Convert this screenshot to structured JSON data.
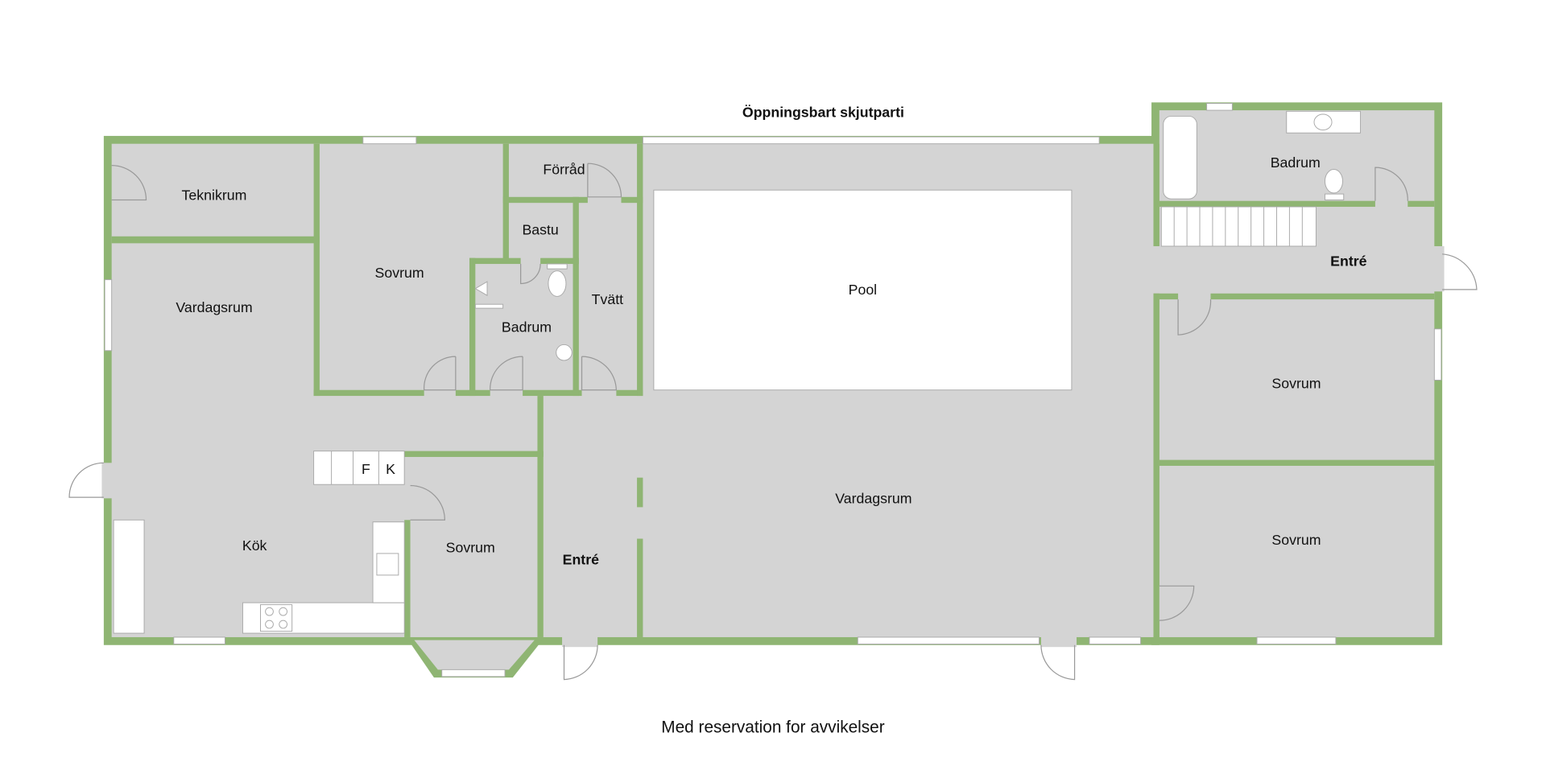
{
  "header": {
    "title": "Öppningsbart skjutparti"
  },
  "footer": {
    "note": "Med reservation for avvikelser"
  },
  "rooms": {
    "teknikrum": "Teknikrum",
    "sovrum_1": "Sovrum",
    "forrad": "Förråd",
    "bastu": "Bastu",
    "badrum_1": "Badrum",
    "tvatt": "Tvätt",
    "pool": "Pool",
    "vardagsrum_1": "Vardagsrum",
    "kok": "Kök",
    "sovrum_2": "Sovrum",
    "entre_1": "Entré",
    "vardagsrum_2": "Vardagsrum",
    "badrum_2": "Badrum",
    "entre_2": "Entré",
    "sovrum_3": "Sovrum",
    "sovrum_4": "Sovrum"
  },
  "appliances": {
    "freezer": "F",
    "fridge": "K"
  },
  "colors": {
    "wall": "#8fb573",
    "floor": "#d4d4d4"
  }
}
